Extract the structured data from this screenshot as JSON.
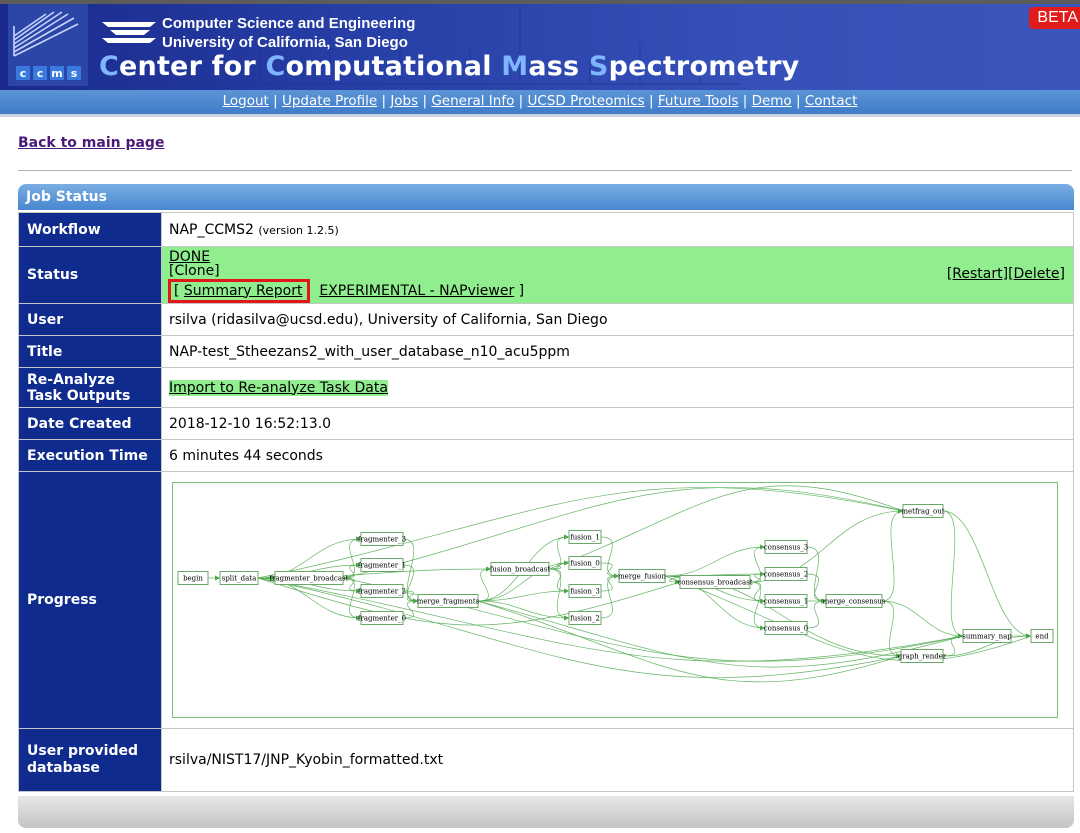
{
  "banner": {
    "dept_line1": "Computer Science and Engineering",
    "dept_line2": "University of California, San Diego",
    "title_parts": [
      "C",
      "enter for ",
      "C",
      "omputational ",
      "M",
      "ass ",
      "S",
      "pectrometry"
    ],
    "logo_letters": [
      "c",
      "c",
      "m",
      "s"
    ],
    "beta_label": "BETA"
  },
  "nav": {
    "items": [
      "Logout",
      "Update Profile",
      "Jobs",
      "General Info",
      "UCSD Proteomics",
      "Future Tools",
      "Demo",
      "Contact"
    ],
    "separator": "|"
  },
  "back_link": "Back to main page",
  "section_title": "Job Status",
  "job": {
    "workflow_label": "Workflow",
    "workflow_name": "NAP_CCMS2",
    "workflow_version": "(version 1.2.5)",
    "status_label": "Status",
    "status_done": "DONE",
    "status_clone": "[Clone]",
    "bracket_open": "[",
    "summary_report": "Summary Report",
    "napviewer": "EXPERIMENTAL - NAPviewer",
    "bracket_close": "]",
    "restart": "[Restart]",
    "delete": "[Delete]",
    "user_label": "User",
    "user_value": "rsilva (ridasilva@ucsd.edu), University of California, San Diego",
    "title_label": "Title",
    "title_value": "NAP-test_Stheezans2_with_user_database_n10_acu5ppm",
    "reanalyze_label": "Re-Analyze Task Outputs",
    "reanalyze_value": "Import to Re-analyze Task Data",
    "date_label": "Date Created",
    "date_value": "2018-12-10 16:52:13.0",
    "exec_label": "Execution Time",
    "exec_value": "6 minutes 44 seconds",
    "progress_label": "Progress",
    "db_label": "User provided database",
    "db_value": "rsilva/NIST17/JNP_Kyobin_formatted.txt"
  },
  "graph": {
    "nodes": [
      {
        "id": "begin",
        "label": "begin"
      },
      {
        "id": "split_data",
        "label": "split_data"
      },
      {
        "id": "fragmenter_broadcast",
        "label": "fragmenter_broadcast"
      },
      {
        "id": "fragmenter_3",
        "label": "fragmenter_3"
      },
      {
        "id": "fragmenter_1",
        "label": "fragmenter_1"
      },
      {
        "id": "fragmenter_2",
        "label": "fragmenter_2"
      },
      {
        "id": "fragmenter_0",
        "label": "fragmenter_0"
      },
      {
        "id": "merge_fragments",
        "label": "merge_fragments"
      },
      {
        "id": "fusion_broadcast",
        "label": "fusion_broadcast"
      },
      {
        "id": "fusion_1",
        "label": "fusion_1"
      },
      {
        "id": "fusion_0",
        "label": "fusion_0"
      },
      {
        "id": "fusion_3",
        "label": "fusion_3"
      },
      {
        "id": "fusion_2",
        "label": "fusion_2"
      },
      {
        "id": "merge_fusion",
        "label": "merge_fusion"
      },
      {
        "id": "consensus_broadcast",
        "label": "consensus_broadcast"
      },
      {
        "id": "consensus_3",
        "label": "consensus_3"
      },
      {
        "id": "consensus_2",
        "label": "consensus_2"
      },
      {
        "id": "consensus_1",
        "label": "consensus_1"
      },
      {
        "id": "consensus_0",
        "label": "consensus_0"
      },
      {
        "id": "merge_consensus",
        "label": "merge_consensus"
      },
      {
        "id": "metfrag_out",
        "label": "metfrag_out"
      },
      {
        "id": "summary_nap",
        "label": "summary_nap"
      },
      {
        "id": "end",
        "label": "end"
      },
      {
        "id": "graph_render",
        "label": "graph_render"
      }
    ]
  }
}
